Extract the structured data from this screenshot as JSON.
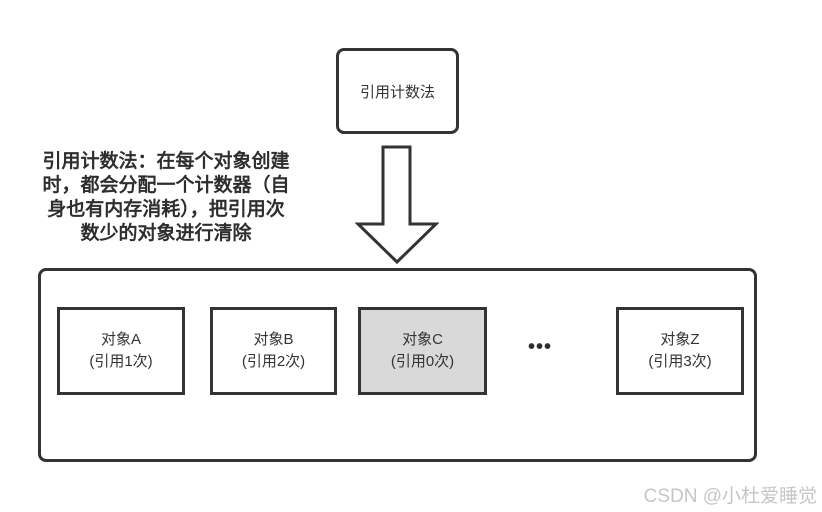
{
  "diagram": {
    "title_box": {
      "label": "引用计数法"
    },
    "description_lines": [
      "引用计数法：在每个对象创建",
      "时，都会分配一个计数器（自",
      "身也有内存消耗），把引用次",
      "数少的对象进行清除"
    ],
    "objects": [
      {
        "name": "对象A",
        "refs": "(引用1次)",
        "highlighted": false
      },
      {
        "name": "对象B",
        "refs": "(引用2次)",
        "highlighted": false
      },
      {
        "name": "对象C",
        "refs": "(引用0次)",
        "highlighted": true
      },
      {
        "name": "对象Z",
        "refs": "(引用3次)",
        "highlighted": false
      }
    ],
    "ellipsis": "•••",
    "colors": {
      "border": "#333333",
      "box_fill": "#ffffff",
      "highlight_fill": "#d9d9d9",
      "text": "#333333",
      "desc_text": "#2e2e2e",
      "watermark": "#c6c6c6",
      "canvas_bg": "#ffffff"
    }
  },
  "watermark": {
    "text": "CSDN @小杜爱睡觉"
  }
}
